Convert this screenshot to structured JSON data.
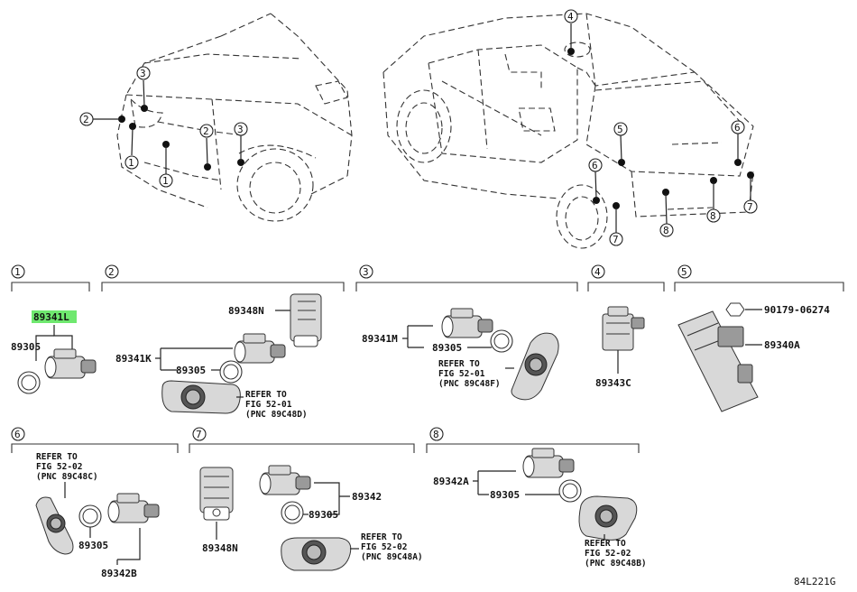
{
  "sections": [
    {
      "id": "1",
      "parts": [
        "89341L",
        "89305"
      ]
    },
    {
      "id": "2",
      "parts": [
        "89348N",
        "89341K",
        "89305"
      ],
      "refer": [
        "REFER TO",
        "FIG 52-01",
        "(PNC 89C48D)"
      ]
    },
    {
      "id": "3",
      "parts": [
        "89341M",
        "89305"
      ],
      "refer": [
        "REFER TO",
        "FIG 52-01",
        "(PNC 89C48F)"
      ]
    },
    {
      "id": "4",
      "parts": [
        "89343C"
      ]
    },
    {
      "id": "5",
      "parts": [
        "90179-06274",
        "89340A"
      ]
    },
    {
      "id": "6",
      "parts": [
        "89305",
        "89342B"
      ],
      "refer": [
        "REFER TO",
        "FIG 52-02",
        "(PNC 89C48C)"
      ]
    },
    {
      "id": "7",
      "parts": [
        "89342",
        "89305",
        "89348N"
      ],
      "refer": [
        "REFER TO",
        "FIG 52-02",
        "(PNC 89C48A)"
      ]
    },
    {
      "id": "8",
      "parts": [
        "89342A",
        "89305"
      ],
      "refer": [
        "REFER TO",
        "FIG 52-02",
        "(PNC 89C48B)"
      ]
    }
  ],
  "car_callouts": {
    "front": [
      "3",
      "2",
      "1",
      "1",
      "2",
      "3"
    ],
    "rear": [
      "4",
      "5",
      "6",
      "6",
      "7",
      "7",
      "8",
      "8"
    ]
  },
  "highlight_color": "#6fe86f",
  "figure_code": "84L221G"
}
